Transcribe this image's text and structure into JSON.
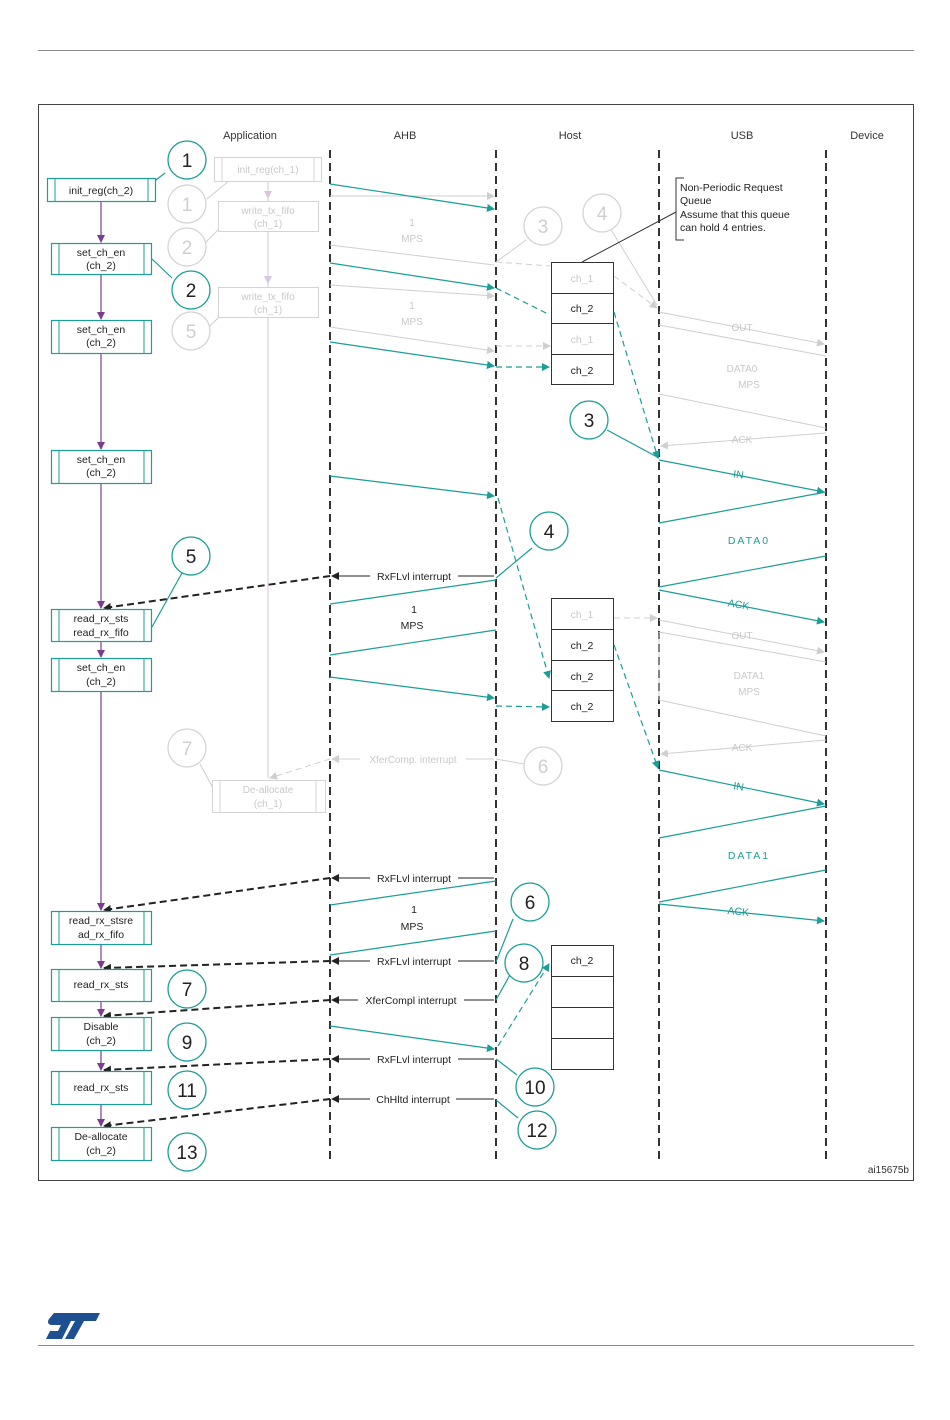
{
  "columns": {
    "application": "Application",
    "ahb": "AHB",
    "host": "Host",
    "usb": "USB",
    "device": "Device"
  },
  "app_boxes": {
    "init_reg_ch2": "init_reg(ch_2)",
    "set_ch_en_1": [
      "set_ch_en",
      "(ch_2)"
    ],
    "set_ch_en_2": [
      "set_ch_en",
      "(ch_2)"
    ],
    "set_ch_en_3": [
      "set_ch_en",
      "(ch_2)"
    ],
    "read_rx_sts_fifo": [
      "read_rx_sts",
      "read_rx_fifo"
    ],
    "set_ch_en_4": [
      "set_ch_en",
      "(ch_2)"
    ],
    "read_rx_stsread_rx_fifo": [
      "read_rx_stsre",
      "ad_rx_fifo"
    ],
    "read_rx_sts_1": "read_rx_sts",
    "disable_ch2": [
      "Disable",
      "(ch_2)"
    ],
    "read_rx_sts_2": "read_rx_sts",
    "deallocate_ch2": [
      "De-allocate",
      "(ch_2)"
    ]
  },
  "faded_boxes": {
    "init_reg_ch1": "init_reg(ch_1)",
    "write_tx_fifo_1": [
      "write_tx_fifo",
      "(ch_1)"
    ],
    "write_tx_fifo_2": [
      "write_tx_fifo",
      "(ch_1)"
    ],
    "deallocate_ch1": [
      "De-allocate",
      "(ch_1)"
    ]
  },
  "step_numbers": {
    "teal": [
      "1",
      "2",
      "3",
      "4",
      "5",
      "6",
      "7",
      "8",
      "9",
      "10",
      "11",
      "12",
      "13"
    ],
    "faded": [
      "1",
      "2",
      "5",
      "3",
      "4",
      "7",
      "6"
    ]
  },
  "queue_note": [
    "Non-Periodic Request",
    "Queue",
    "Assume that this queue",
    "can hold 4 entries."
  ],
  "queue1": [
    "ch_1",
    "ch_2",
    "ch_1",
    "ch_2"
  ],
  "queue2": [
    "ch_1",
    "ch_2",
    "ch_2",
    "ch_2"
  ],
  "queue3": [
    "ch_2",
    "",
    "",
    ""
  ],
  "ahb_labels": {
    "mps": [
      "1",
      "MPS"
    ],
    "rxflvl": "RxFLvl interrupt",
    "xfercompl": "XferCompl interrupt",
    "xfercomp_faded": "XferComp. interrupt",
    "chhltd": "ChHltd interrupt"
  },
  "usb_labels": {
    "out": "OUT",
    "data0_mps": [
      "DATA0",
      "MPS"
    ],
    "data1_mps": [
      "DATA1",
      "MPS"
    ],
    "ack": "ACK",
    "in": "IN",
    "data0": "DATA0",
    "data1": "DATA1"
  },
  "figure_id": "ai15675b",
  "colors": {
    "teal": "#1a9e96",
    "faded": "#cfcfcf",
    "purple": "#7a3e8c",
    "dark": "#222222",
    "logo_blue": "#1d4f91"
  }
}
